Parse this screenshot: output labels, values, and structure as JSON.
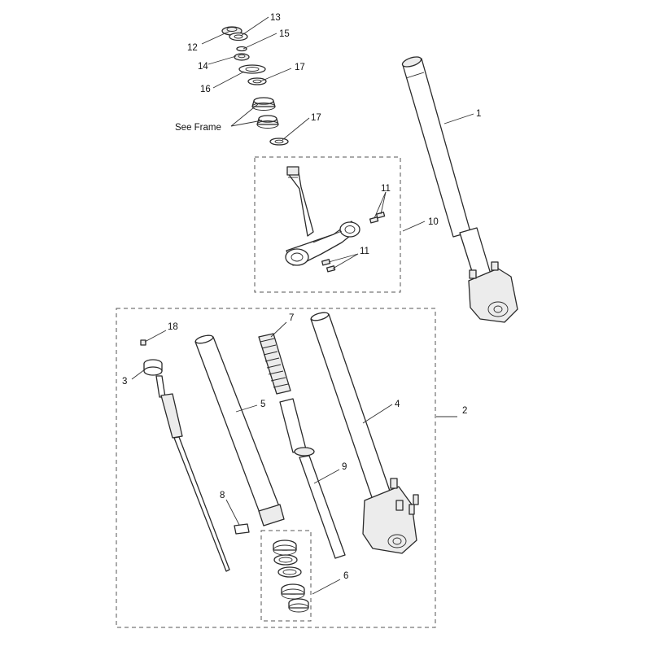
{
  "callouts": {
    "c1": "1",
    "c2": "2",
    "c3": "3",
    "c4": "4",
    "c5": "5",
    "c6": "6",
    "c7": "7",
    "c8": "8",
    "c9": "9",
    "c10": "10",
    "c11a": "11",
    "c11b": "11",
    "c12": "12",
    "c13": "13",
    "c14": "14",
    "c15": "15",
    "c16": "16",
    "c17a": "17",
    "c17b": "17",
    "c18": "18"
  },
  "see_frame": "See Frame"
}
